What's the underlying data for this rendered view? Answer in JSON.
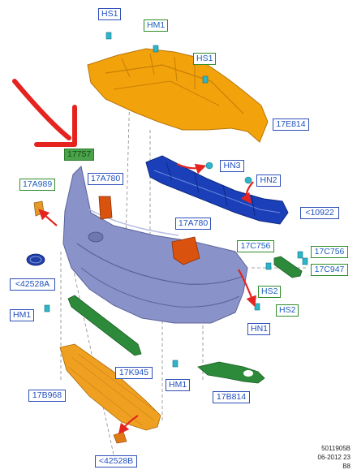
{
  "labels": {
    "hs1_top": "HS1",
    "hm1_top": "HM1",
    "hs1_right": "HS1",
    "l17e814": "17E814",
    "l17757": "17757",
    "hn3": "HN3",
    "hn2": "HN2",
    "l17a989": "17A989",
    "l17a780_top": "17A780",
    "l10922": "<10922",
    "l17a780_mid": "17A780",
    "l17c756_left": "17C756",
    "l17c756_right": "17C756",
    "l17c947": "17C947",
    "l42528a": "<42528A",
    "hs2_left": "HS2",
    "hs2_right": "HS2",
    "hm1_left": "HM1",
    "hn1": "HN1",
    "l17k945": "17K945",
    "hm1_bottom": "HM1",
    "l17b968": "17B968",
    "l17b814": "17B814",
    "l42528b": "<42528B"
  },
  "footer": {
    "code": "5011905B",
    "date": "06-2012 23",
    "rev": "B8"
  },
  "colors": {
    "absorber_orange": "#f2a20a",
    "reinforcement_blue": "#1a3fb8",
    "bumper_lavender": "#8a93c9",
    "bracket_orange": "#d9520e",
    "grille_green": "#2c8a3a",
    "lower_grille_orange": "#f0a020",
    "arrow_red": "#e52420",
    "clip_teal": "#2fb4c8"
  }
}
